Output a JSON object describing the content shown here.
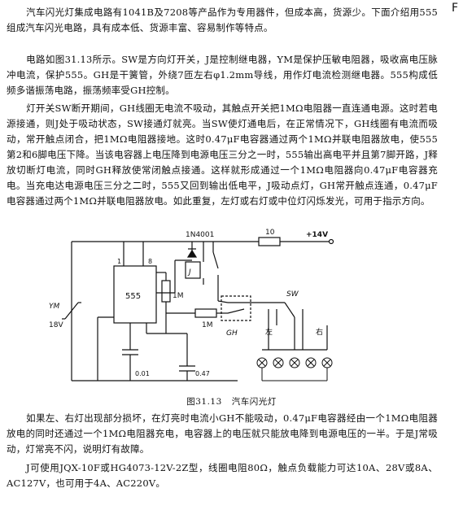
{
  "corner_mark": "F",
  "paragraphs": {
    "p1": "汽车闪光灯集成电路有1041B及7208等产品作为专用器件，但成本高，货源少。下面介绍用555组成汽车闪光电路，具有成本低、货源丰富、容易制作等特点。",
    "p2": "电路如图31.13所示。SW是方向灯开关，J是控制继电器，YM是保护压敏电阻器，吸收高电压脉冲电流，保护555。GH是干簧管，外绕7匝左右φ1.2mm导线，用作灯电流检测继电器。555构成低频多谐振荡电路，振荡频率受GH控制。",
    "p3": "灯开关SW断开期间，GH线圈无电流不吸动，其触点开关把1MΩ电阻器一直连通电源。这时若电源接通，则J处于吸动状态，SW接通灯就亮。当SW使灯通电后，在正常情况下，GH线圈有电流而吸动，常开触点闭合，把1MΩ电阻器接地。这时0.47μF电容器通过两个1MΩ并联电阻器放电，使555第2和6脚电压下降。当该电容器上电压降到电源电压三分之一时，555输出高电平并且第7脚开路，J释放切断灯电流，同时GH释放使常闭触点接通。这样就形成通过一个1MΩ电阻器向0.47μF电容器充电。当充电达电源电压三分之二时，555又回到输出低电平，J吸动点灯，GH常开触点连通，0.47μF电容器通过两个1MΩ并联电阻器放电。如此重复，左灯或右灯或中位灯闪烁发光，可用于指示方向。",
    "p4": "如果左、右灯出现部分损坏，在灯亮时电流小GH不能吸动，0.47μF电容器经由一个1MΩ电阻器放电的同时还通过一个1MΩ电阻器充电，电容器上的电压就只能放电降到电源电压的一半。于是J常吸动，灯常亮不闪，说明灯有故障。",
    "p5": "J可使用JQX-10F或HG4073-12V-2Z型，线圈电阻80Ω，触点负载能力可达10A、28V或8A、AC127V，也可用于4A、AC220V。"
  },
  "figure": {
    "caption_number": "图31.13",
    "caption_title": "汽车闪光灯",
    "labels": {
      "diode": "1N4001",
      "resistor_top": "10",
      "supply": "+14V",
      "pin1": "1",
      "pin8": "8",
      "ic": "555",
      "relay": "J",
      "r1": "1M",
      "r2": "1M",
      "ym": "YM",
      "ym_voltage": "18V",
      "gh": "GH",
      "sw": "SW",
      "left": "左",
      "right": "右",
      "c1": "0.01",
      "c2": "0.47"
    }
  }
}
